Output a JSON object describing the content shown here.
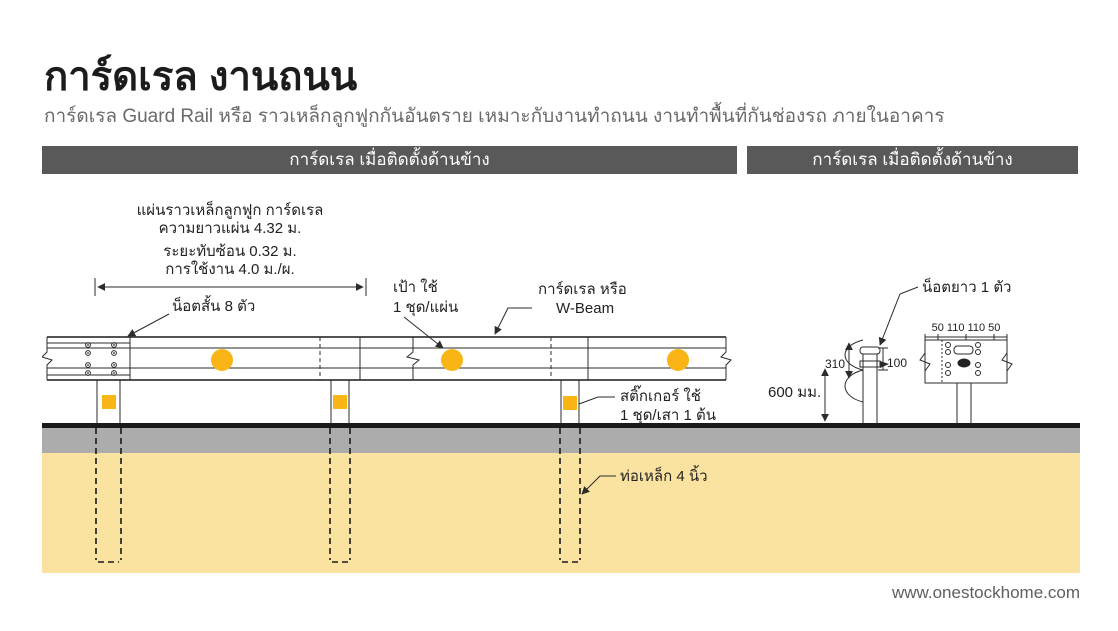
{
  "page": {
    "title": "การ์ดเรล งานถนน",
    "subtitle": "การ์ดเรล Guard Rail หรือ ราวเหล็กลูกฟูกกันอันตราย เหมาะกับงานทำถนน งานทำพื้นที่กันช่องรถ ภายในอาคาร",
    "website": "www.onestockhome.com"
  },
  "sections": {
    "left_header": "การ์ดเรล เมื่อติดตั้งด้านข้าง",
    "right_header": "การ์ดเรล เมื่อติดตั้งด้านข้าง"
  },
  "left_diagram": {
    "spec_lines": [
      "แผ่นราวเหล็กลูกฟูก การ์ดเรล",
      "ความยาวแผ่น 4.32 ม.",
      "ระยะทับซ้อน 0.32 ม.",
      "การใช้งาน 4.0 ม./ผ."
    ],
    "labels": {
      "short_bolt": "น็อตสั้น 8 ตัว",
      "target_line1": "เป้า ใช้",
      "target_line2": "1 ชุด/แผ่น",
      "wbeam_line1": "การ์ดเรล หรือ",
      "wbeam_line2": "W-Beam",
      "sticker_line1": "สติ๊กเกอร์ ใช้",
      "sticker_line2": "1 ชุด/เสา 1 ต้น",
      "pipe": "ท่อเหล็ก 4 นิ้ว"
    }
  },
  "right_diagram": {
    "labels": {
      "long_bolt": "น็อตยาว 1 ตัว",
      "height": "600 มม.",
      "dim310": "310",
      "dim100": "100",
      "plate_dims": "50 110 110 50"
    }
  },
  "colors": {
    "accent_yellow": "#F9B515",
    "ground_yellow": "#FAE3A0",
    "ground_gray": "#ACACAC",
    "ground_line": "#1a1a1a",
    "header_bar": "#595959"
  }
}
